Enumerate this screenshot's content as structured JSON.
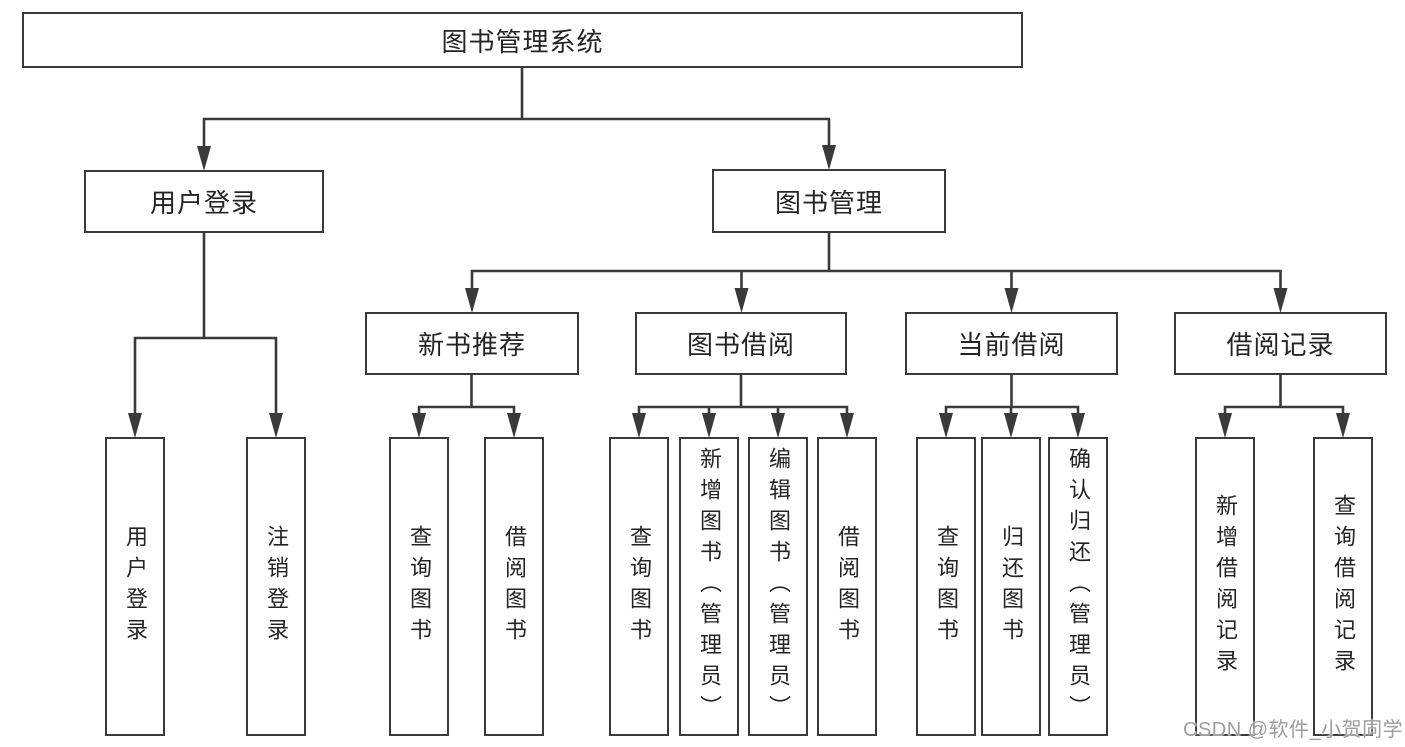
{
  "diagram": {
    "tree": {
      "root": {
        "label": "图书管理系统"
      },
      "children": [
        {
          "label": "用户登录",
          "children": [
            {
              "label": "用户登录"
            },
            {
              "label": "注销登录"
            }
          ]
        },
        {
          "label": "图书管理",
          "children": [
            {
              "label": "新书推荐",
              "children": [
                {
                  "label": "查询图书"
                },
                {
                  "label": "借阅图书"
                }
              ]
            },
            {
              "label": "图书借阅",
              "children": [
                {
                  "label": "查询图书"
                },
                {
                  "label": "新增图书（管理员）"
                },
                {
                  "label": "编辑图书（管理员）"
                },
                {
                  "label": "借阅图书"
                }
              ]
            },
            {
              "label": "当前借阅",
              "children": [
                {
                  "label": "查询图书"
                },
                {
                  "label": "归还图书"
                },
                {
                  "label": "确认归还（管理员）"
                }
              ]
            },
            {
              "label": "借阅记录",
              "children": [
                {
                  "label": "新增借阅记录"
                },
                {
                  "label": "查询借阅记录"
                }
              ]
            }
          ]
        }
      ]
    },
    "colors": {
      "line": "#3a3a3a",
      "text": "#242424",
      "background": "#ffffff",
      "watermark": "#9e9e9e"
    }
  },
  "watermark": "CSDN @软件_小贺同学"
}
